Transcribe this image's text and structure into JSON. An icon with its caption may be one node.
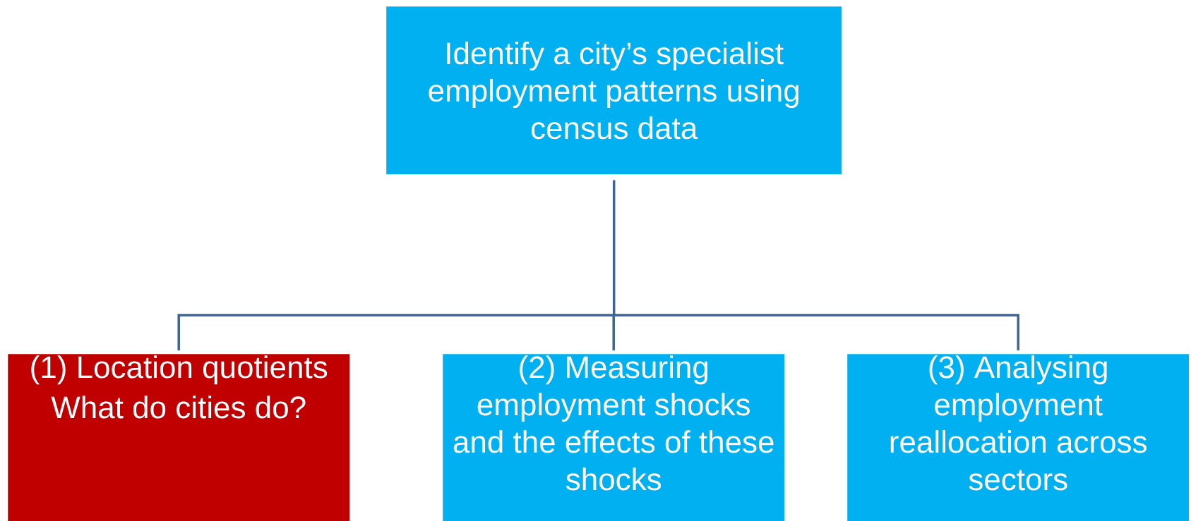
{
  "diagram": {
    "nodes": [
      {
        "text": [
          "Identify a city’s specialist employment patterns using census data"
        ]
      },
      {
        "text": [
          "(1) Location quotients",
          "What do cities do?"
        ]
      },
      {
        "text": [
          "(2) Measuring employment shocks and the effects of these shocks"
        ]
      },
      {
        "text": [
          "(3) Analysing employment reallocation across sectors"
        ]
      }
    ],
    "edges": [
      {
        "from": 0,
        "to": 1,
        "arrow": "none"
      },
      {
        "from": 0,
        "to": 2,
        "arrow": "none"
      },
      {
        "from": 0,
        "to": 3,
        "arrow": "none"
      }
    ]
  }
}
